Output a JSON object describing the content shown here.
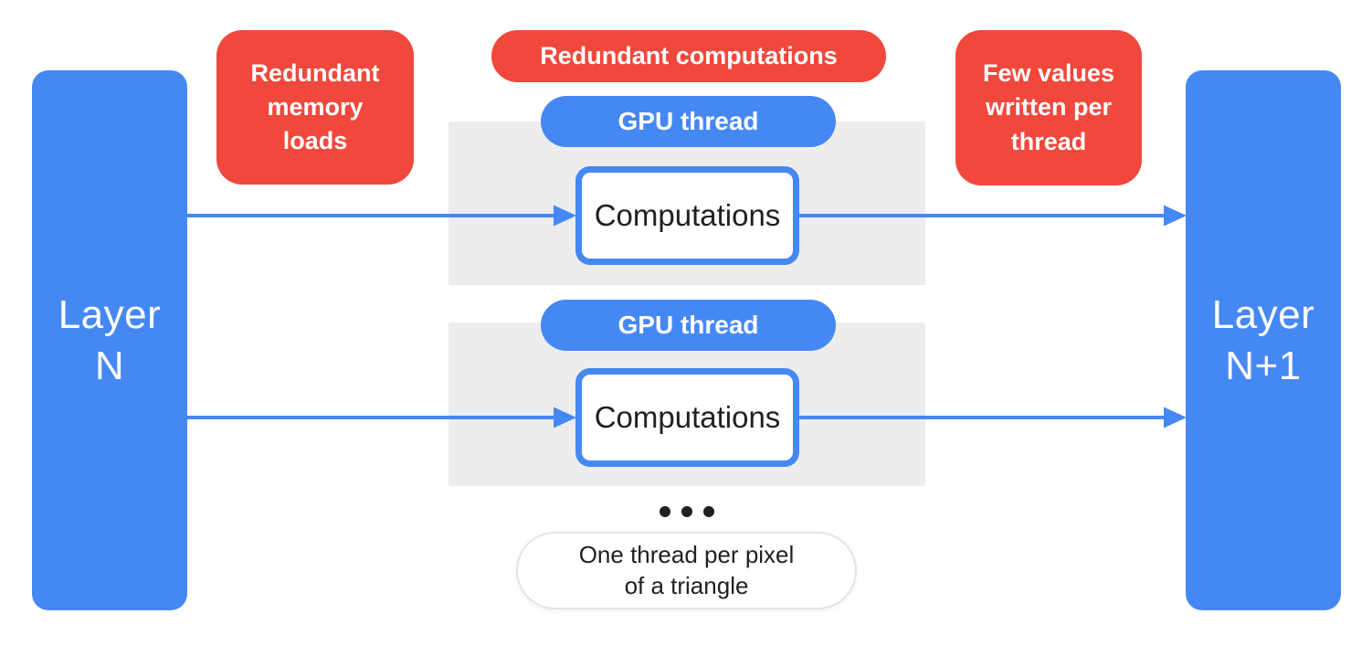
{
  "colors": {
    "blue": "#4588F4",
    "red": "#F0483C",
    "panel_gray": "#EDEDED",
    "text_dark": "#212121",
    "white": "#FFFFFF"
  },
  "layers": {
    "left": {
      "line1": "Layer",
      "line2": "N"
    },
    "right": {
      "line1": "Layer",
      "line2": "N+1"
    }
  },
  "annotations": {
    "memory": {
      "lines": [
        "Redundant",
        "memory",
        "loads"
      ]
    },
    "computations": {
      "label": "Redundant computations"
    },
    "few_values": {
      "lines": [
        "Few values",
        "written per",
        "thread"
      ]
    }
  },
  "threads": [
    {
      "pill": "GPU thread",
      "box": "Computations"
    },
    {
      "pill": "GPU thread",
      "box": "Computations"
    }
  ],
  "footnote": {
    "lines": [
      "One thread per pixel",
      "of a triangle"
    ]
  }
}
